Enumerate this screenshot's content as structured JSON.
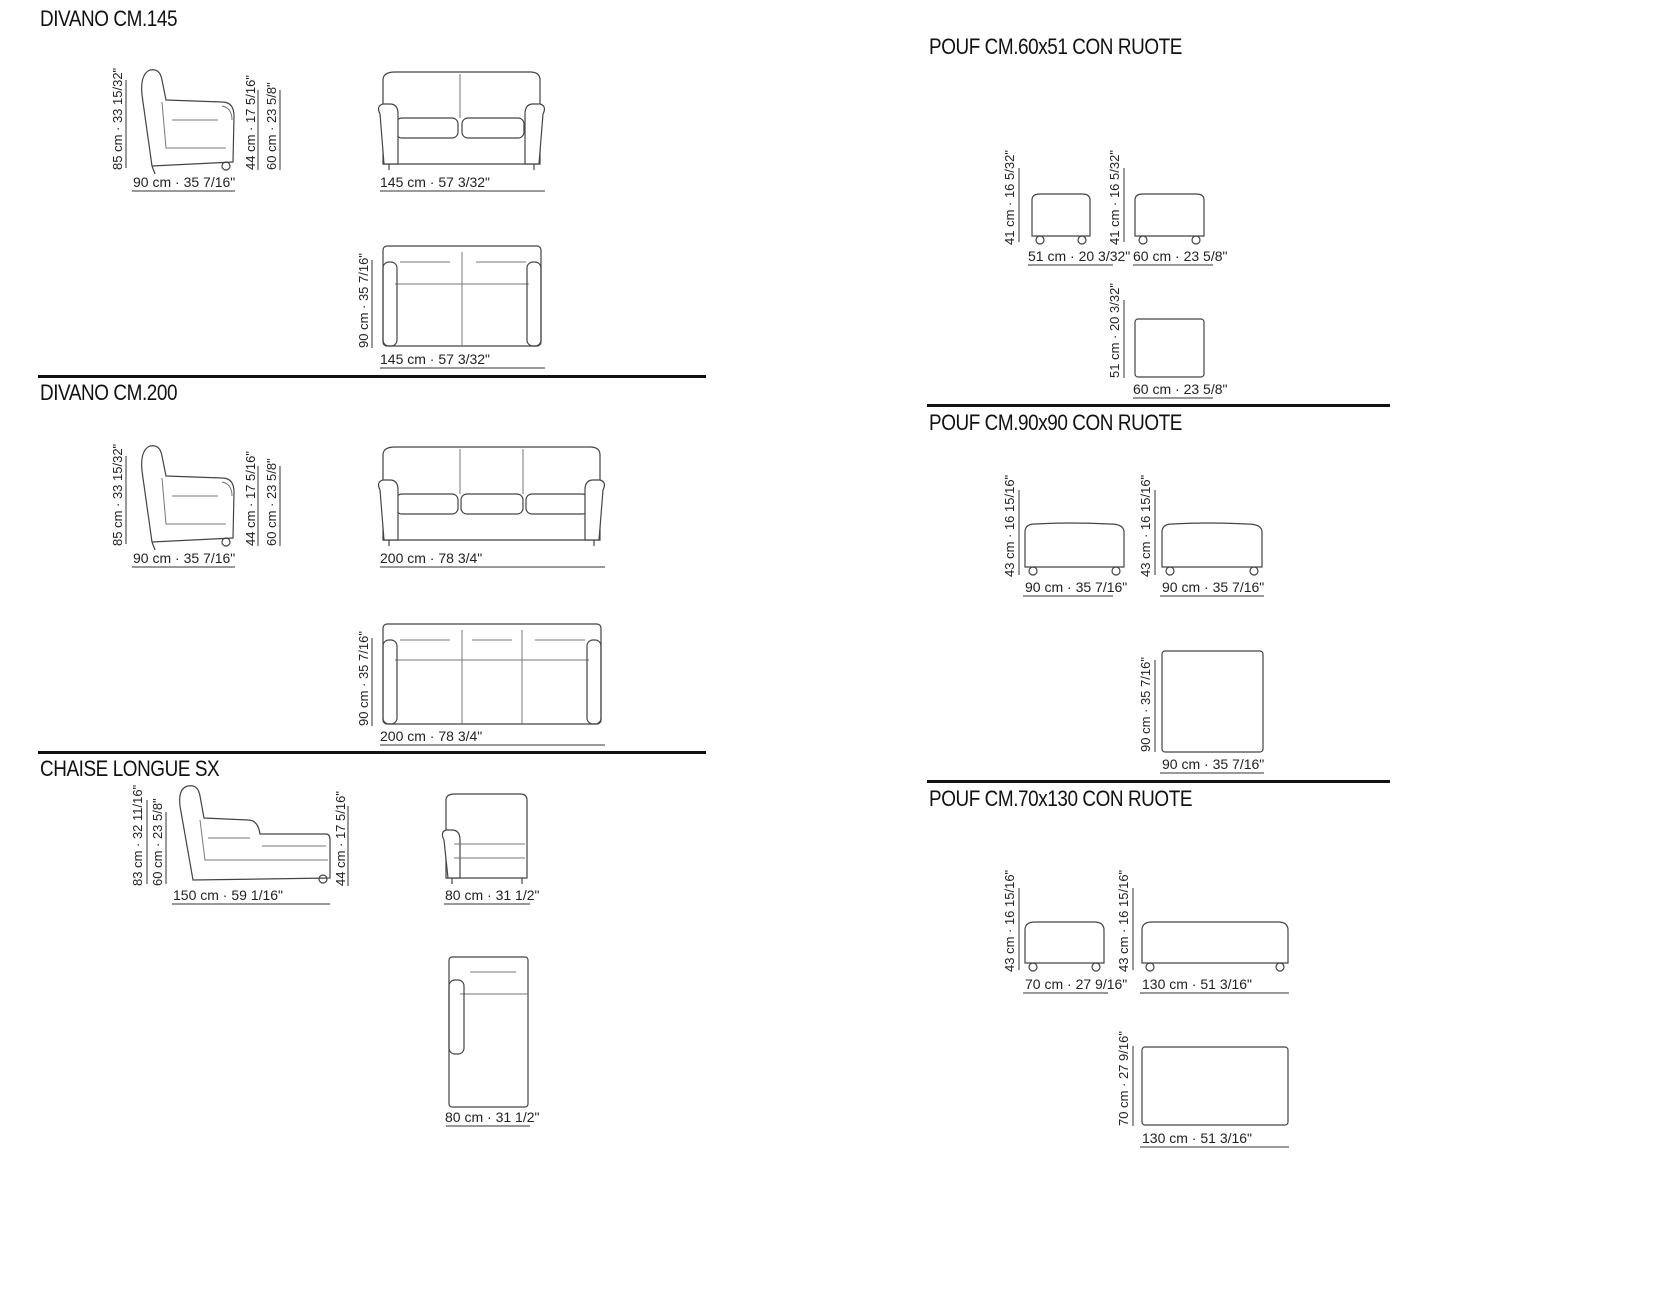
{
  "sections": {
    "divano145": {
      "title": "DIVANO CM.145",
      "side_width": "90 cm · 35 7/16\"",
      "side_height": "85 cm · 33 15/32\"",
      "seat_height": "44 cm · 17 5/16\"",
      "arm_height": "60 cm · 23 5/8\"",
      "front_width": "145 cm · 57 3/32\"",
      "top_width": "145 cm · 57 3/32\"",
      "top_depth": "90 cm · 35 7/16\""
    },
    "divano200": {
      "title": "DIVANO CM.200",
      "side_width": "90 cm · 35 7/16\"",
      "side_height": "85 cm · 33 15/32\"",
      "seat_height": "44 cm · 17 5/16\"",
      "arm_height": "60 cm · 23 5/8\"",
      "front_width": "200 cm · 78 3/4\"",
      "top_width": "200 cm · 78 3/4\"",
      "top_depth": "90 cm · 35 7/16\""
    },
    "chaise": {
      "title": "CHAISE LONGUE SX",
      "side_width": "150 cm · 59 1/16\"",
      "side_height": "83 cm · 32 11/16\"",
      "arm_height": "60 cm · 23 5/8\"",
      "seat_height": "44 cm · 17 5/16\"",
      "front_width": "80 cm · 31 1/2\"",
      "top_width": "80 cm · 31 1/2\""
    },
    "pouf60x51": {
      "title": "POUF CM.60x51 CON RUOTE",
      "side_a_height": "41 cm · 16 5/32\"",
      "side_a_width": "51 cm · 20 3/32\"",
      "side_b_height": "41 cm · 16 5/32\"",
      "side_b_width": "60 cm · 23 5/8\"",
      "top_depth": "51 cm · 20 3/32\"",
      "top_width": "60 cm · 23 5/8\""
    },
    "pouf90x90": {
      "title": "POUF CM.90x90 CON RUOTE",
      "side_a_height": "43 cm · 16 15/16\"",
      "side_a_width": "90 cm · 35 7/16\"",
      "side_b_height": "43 cm · 16 15/16\"",
      "side_b_width": "90 cm · 35 7/16\"",
      "top_depth": "90 cm · 35 7/16\"",
      "top_width": "90 cm · 35 7/16\""
    },
    "pouf70x130": {
      "title": "POUF CM.70x130 CON RUOTE",
      "side_a_height": "43 cm · 16 15/16\"",
      "side_a_width": "70 cm · 27 9/16\"",
      "side_b_height": "43 cm · 16 15/16\"",
      "side_b_width": "130 cm · 51 3/16\"",
      "top_depth": "70 cm · 27 9/16\"",
      "top_width": "130 cm · 51 3/16\""
    }
  }
}
